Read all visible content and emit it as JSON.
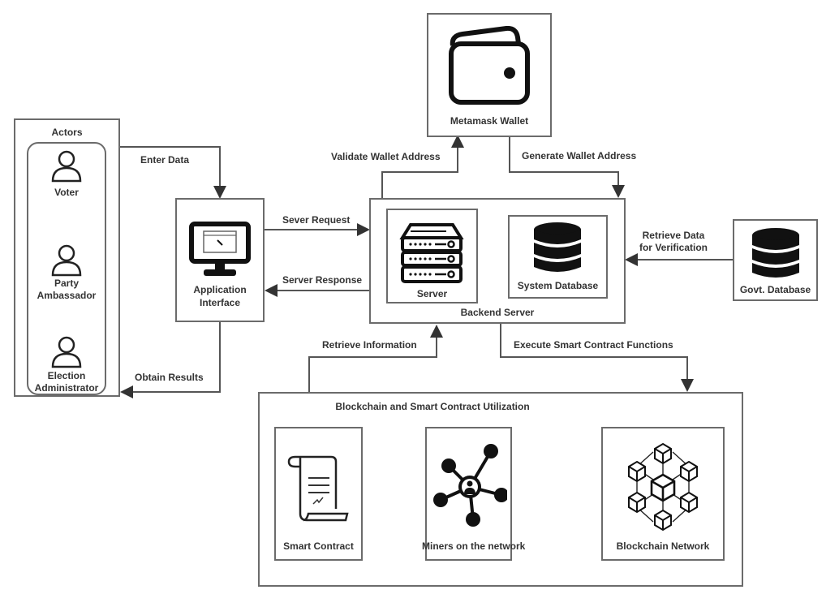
{
  "actors": {
    "title": "Actors",
    "items": [
      {
        "label_lines": [
          "Voter"
        ]
      },
      {
        "label_lines": [
          "Party",
          "Ambassador"
        ]
      },
      {
        "label_lines": [
          "Election",
          "Administrator"
        ]
      }
    ]
  },
  "app_interface": {
    "line1": "Application",
    "line2": "Interface"
  },
  "wallet": {
    "label": "Metamask Wallet"
  },
  "backend": {
    "label": "Backend Server",
    "server": "Server",
    "system_db": "System Database"
  },
  "govt_db": {
    "label": "Govt. Database"
  },
  "blockchain": {
    "title": "Blockchain and Smart Contract Utilization",
    "smart_contract": "Smart Contract",
    "miners": "Miners on the network",
    "network": "Blockchain Network"
  },
  "edges": {
    "enter_data": "Enter Data",
    "obtain_results": "Obtain Results",
    "server_request": "Sever Request",
    "server_response": "Server Response",
    "validate_wallet": "Validate Wallet Address",
    "generate_wallet": "Generate Wallet Address",
    "retrieve_data_1": "Retrieve Data",
    "retrieve_data_2": "for Verification",
    "retrieve_info": "Retrieve Information",
    "execute_functions": "Execute Smart Contract Functions"
  }
}
